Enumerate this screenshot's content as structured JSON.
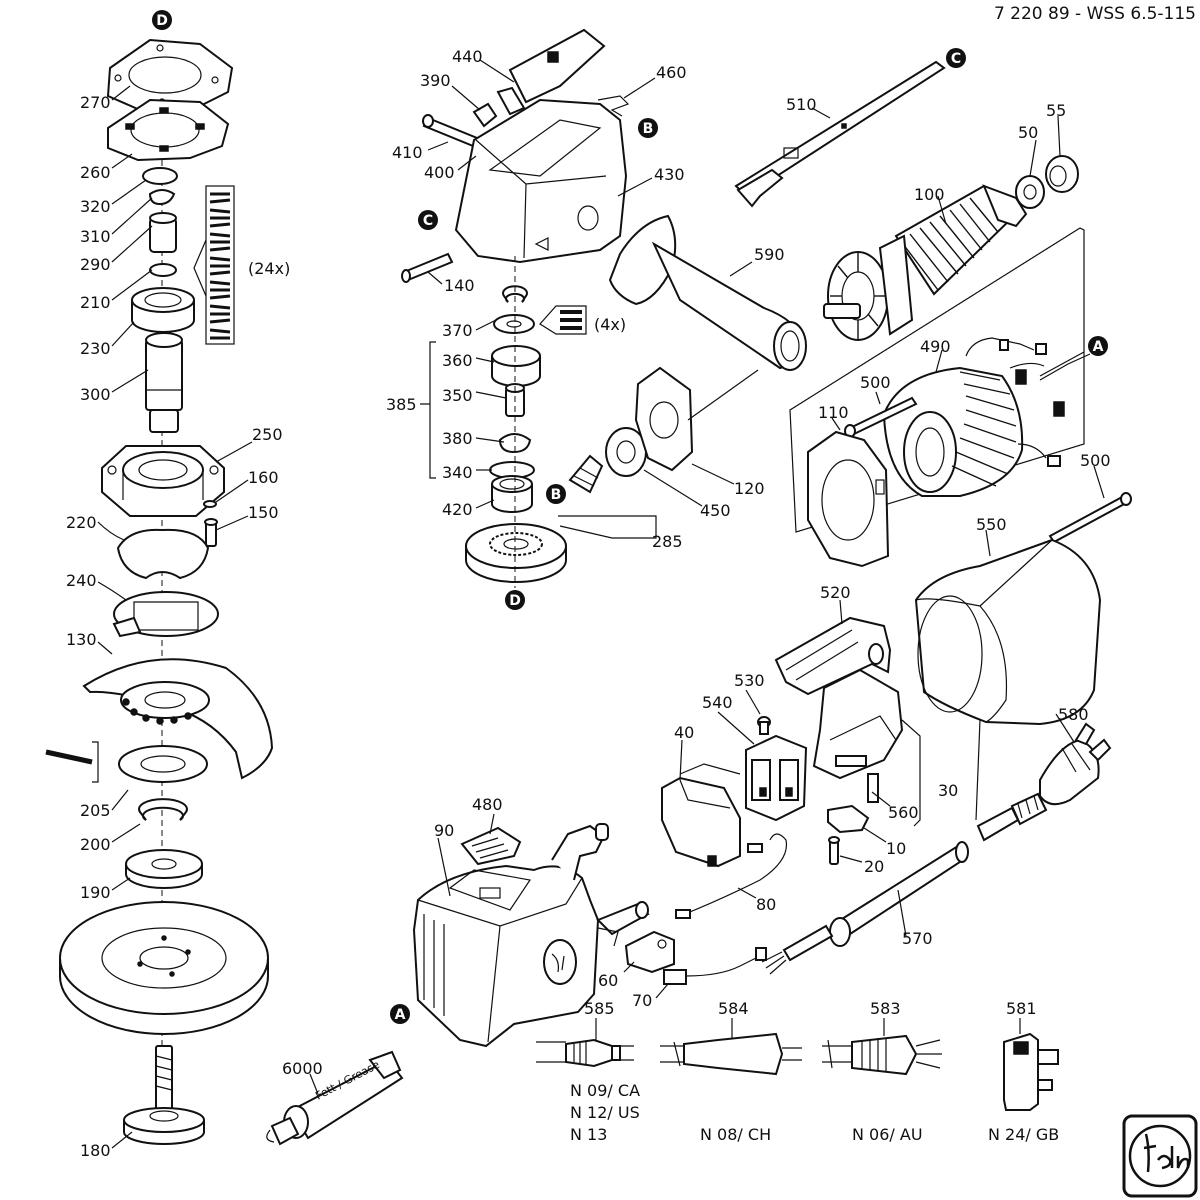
{
  "header": {
    "doc_id": "7 220 89 - WSS 6.5-115"
  },
  "callouts": [
    {
      "id": "D_top",
      "letter": "D"
    },
    {
      "id": "D_mid",
      "letter": "D"
    },
    {
      "id": "C_top",
      "letter": "C"
    },
    {
      "id": "C_left",
      "letter": "C"
    },
    {
      "id": "B_top",
      "letter": "B"
    },
    {
      "id": "B_pinion",
      "letter": "B"
    },
    {
      "id": "A_right",
      "letter": "A"
    },
    {
      "id": "A_left",
      "letter": "A"
    }
  ],
  "labels": {
    "p270": "270",
    "p260": "260",
    "p320": "320",
    "p310": "310",
    "p290": "290",
    "p210": "210",
    "p230": "230",
    "p300": "300",
    "p250": "250",
    "p160": "160",
    "p150": "150",
    "p220": "220",
    "p240": "240",
    "p130": "130",
    "p205": "205",
    "p200": "200",
    "p190": "190",
    "p180": "180",
    "p24x": "(24x)",
    "p440": "440",
    "p390": "390",
    "p410": "410",
    "p400": "400",
    "p460": "460",
    "p430": "430",
    "p140": "140",
    "p370": "370",
    "p4x": "(4x)",
    "p360": "360",
    "p350": "350",
    "p385": "385",
    "p380": "380",
    "p340": "340",
    "p420": "420",
    "p285": "285",
    "p590": "590",
    "p120": "120",
    "p450": "450",
    "p510": "510",
    "p50": "50",
    "p55": "55",
    "p100": "100",
    "p490": "490",
    "p500a": "500",
    "p110": "110",
    "p500b": "500",
    "p550": "550",
    "p520": "520",
    "p530": "530",
    "p540": "540",
    "p40": "40",
    "p30": "30",
    "p560": "560",
    "p10": "10",
    "p20": "20",
    "p580": "580",
    "p80": "80",
    "p90": "90",
    "p480": "480",
    "p60": "60",
    "p70": "70",
    "p570": "570",
    "p6000": "6000",
    "p585": "585",
    "p584": "584",
    "p583": "583",
    "p581": "581"
  },
  "tube_text": "Fett / Grease",
  "plug_variants": {
    "v585": [
      "N 09/ CA",
      "N 12/ US",
      "N 13"
    ],
    "v584": "N 08/ CH",
    "v583": "N 06/ AU",
    "v581": "N 24/ GB"
  }
}
